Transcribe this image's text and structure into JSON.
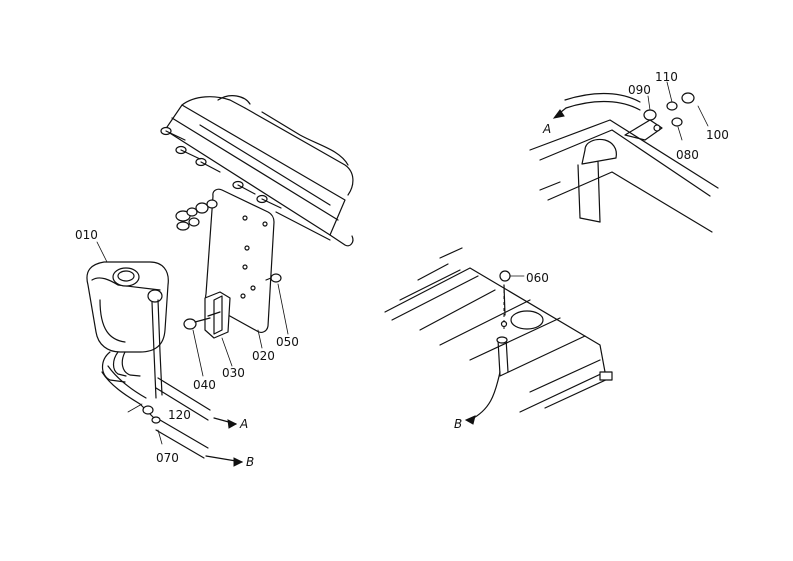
{
  "callouts": {
    "c010": "010",
    "c020": "020",
    "c030": "030",
    "c040": "040",
    "c050": "050",
    "c060": "060",
    "c070": "070",
    "c080": "080",
    "c090": "090",
    "c100": "100",
    "c110": "110",
    "c120": "120"
  },
  "connectors": {
    "a_left": "A",
    "b_left": "B",
    "a_right": "A",
    "b_right": "B"
  }
}
